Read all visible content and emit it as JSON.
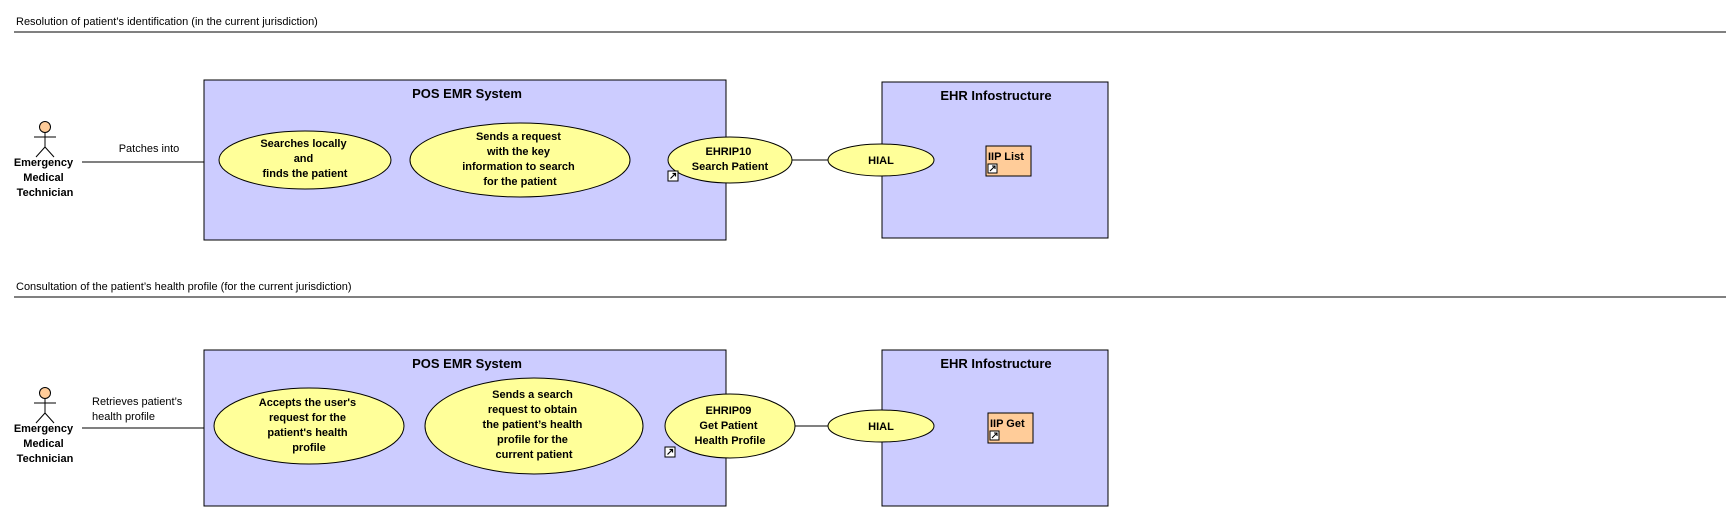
{
  "colors": {
    "system_fill": "#ccccff",
    "usecase_fill": "#ffff99",
    "artifact_fill": "#ffcc99",
    "actor_head": "#ffcc99",
    "line": "#000000"
  },
  "sections": [
    {
      "title": "Resolution of patient’s identification (in the current jurisdiction)",
      "actor_lines": [
        "Emergency",
        "Medical",
        "Technician"
      ],
      "association_lines": [
        "Patches into"
      ],
      "pos_system_title": "POS EMR System",
      "usecase1_lines": [
        "Searches locally",
        "and",
        "finds the patient"
      ],
      "usecase2_lines": [
        "Sends a request",
        "with the key",
        "information to search",
        "for the patient"
      ],
      "interaction_lines": [
        "EHRIP10",
        "Search Patient"
      ],
      "hial_label": "HIAL",
      "ehr_system_title": "EHR Infostructure",
      "artifact_label": "IIP List",
      "link_icon": "shortcut-arrow-icon"
    },
    {
      "title": "Consultation of the patient’s health profile (for the current jurisdiction)",
      "actor_lines": [
        "Emergency",
        "Medical",
        "Technician"
      ],
      "association_lines": [
        "Retrieves patient’s",
        "health profile"
      ],
      "pos_system_title": "POS EMR System",
      "usecase1_lines": [
        "Accepts the user's",
        "request for the",
        "patient's health",
        "profile"
      ],
      "usecase2_lines": [
        "Sends a search",
        "request to obtain",
        "the patient’s health",
        "profile for the",
        "current patient"
      ],
      "interaction_lines": [
        "EHRIP09",
        "Get Patient",
        "Health Profile"
      ],
      "hial_label": "HIAL",
      "ehr_system_title": "EHR Infostructure",
      "artifact_label": "IIP Get",
      "link_icon": "shortcut-arrow-icon"
    }
  ]
}
